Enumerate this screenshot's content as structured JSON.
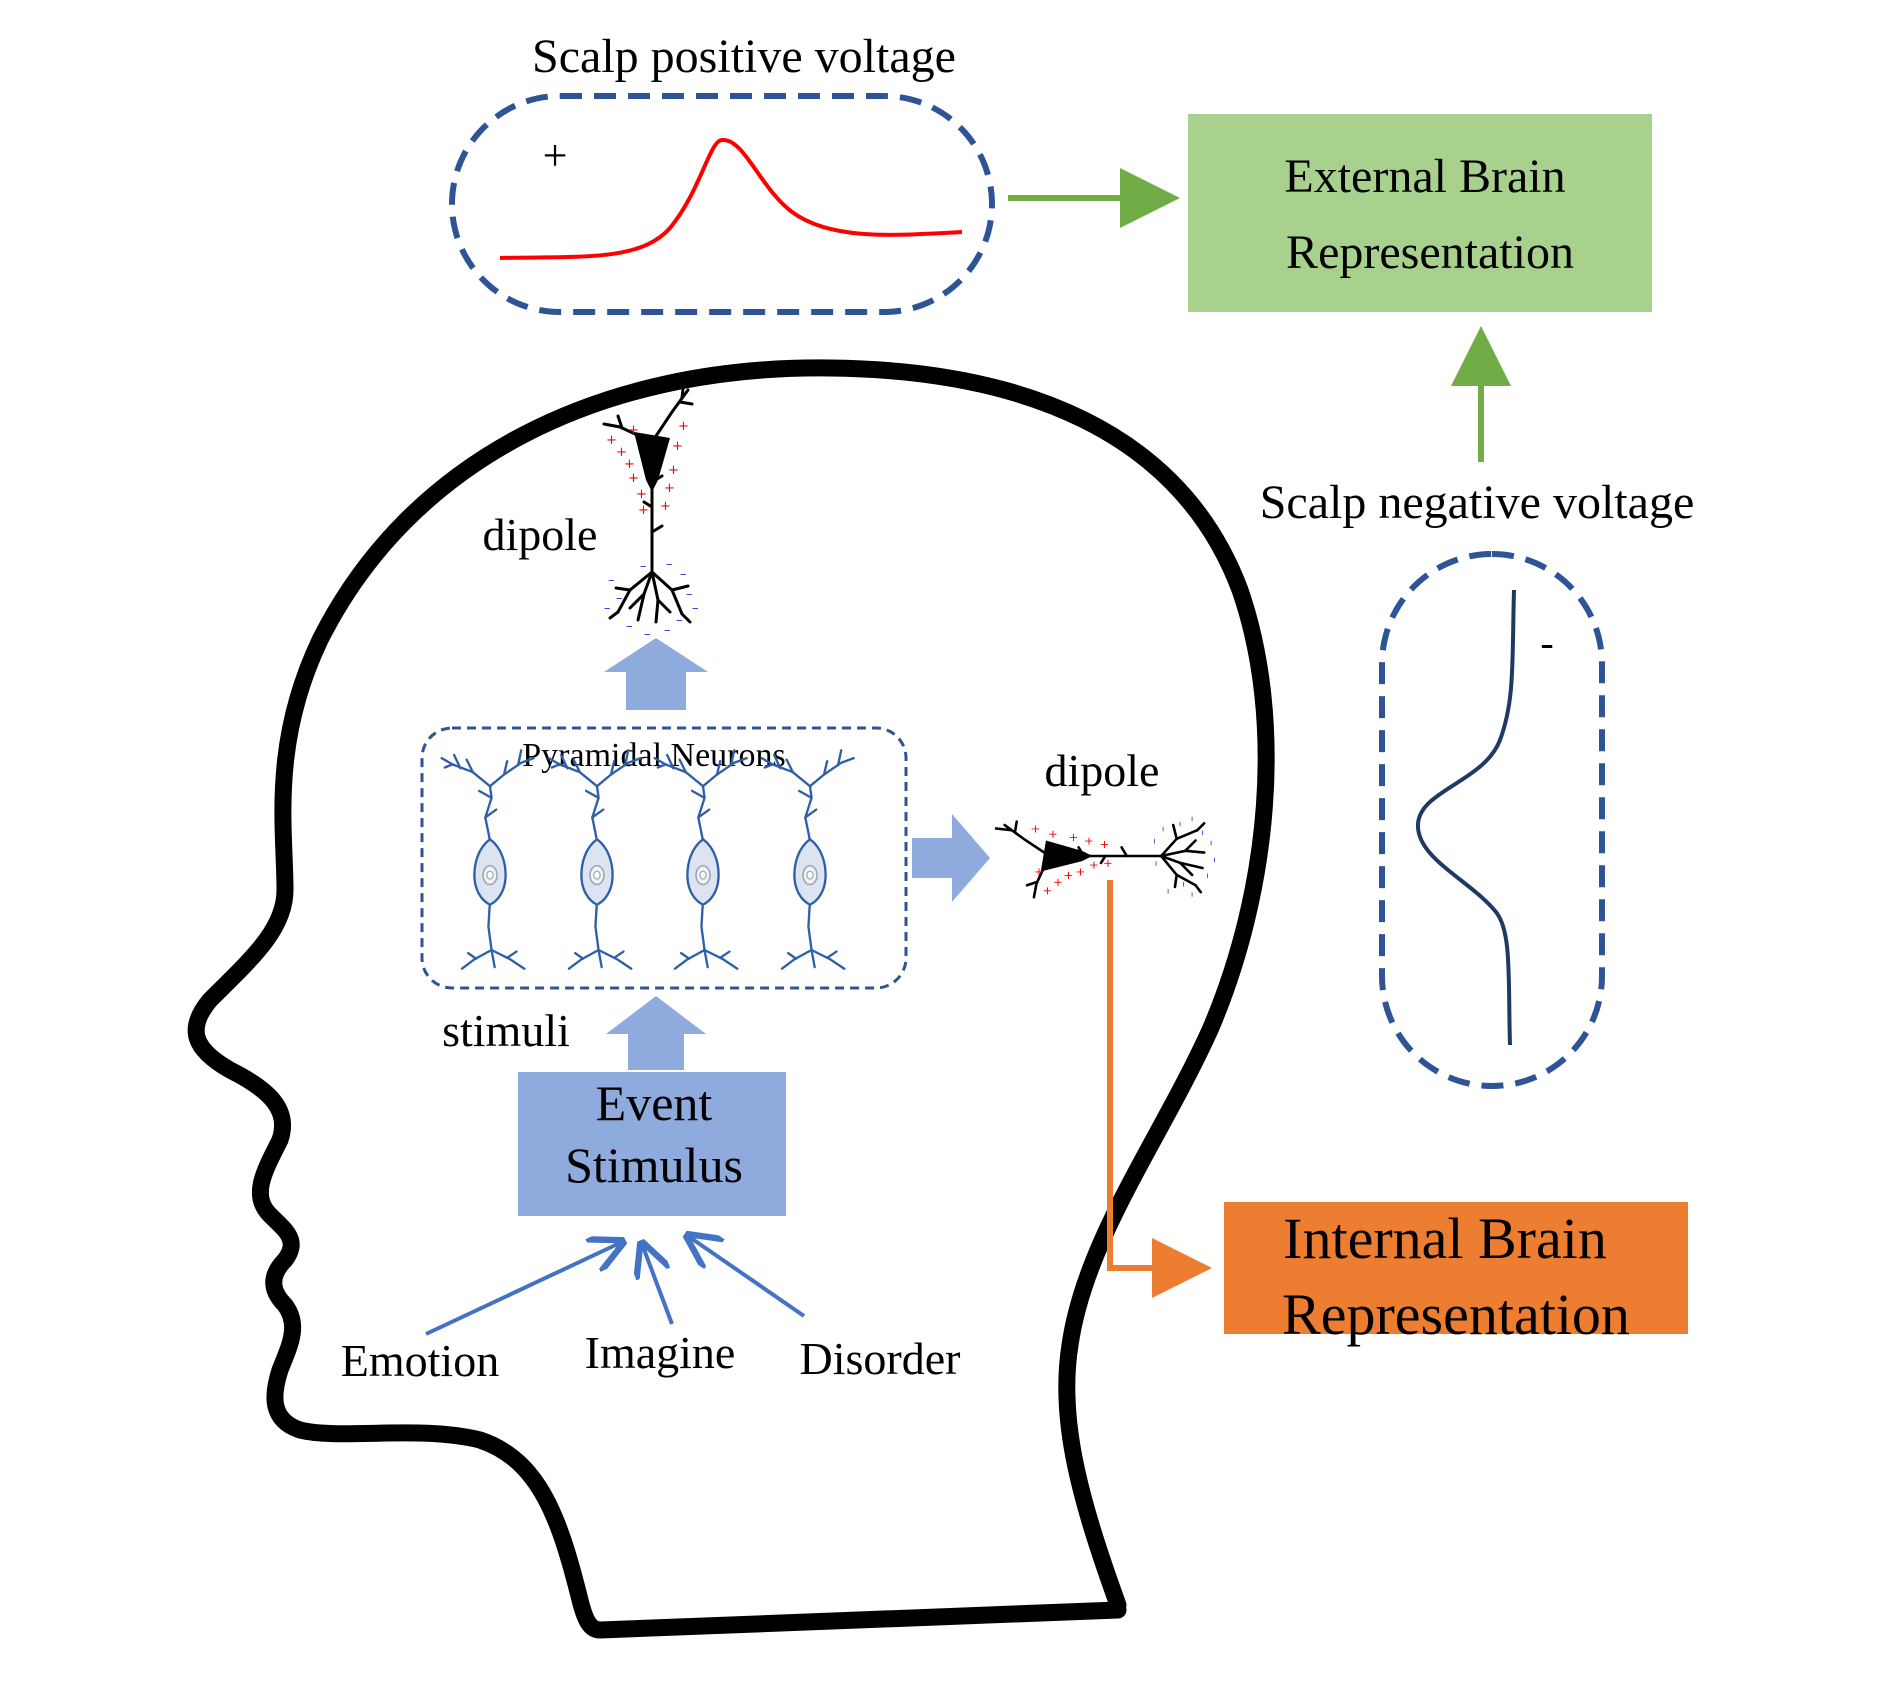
{
  "labels": {
    "scalp_positive": "Scalp positive voltage",
    "scalp_negative": "Scalp negative voltage",
    "external_line1": "External Brain",
    "external_line2": "Representation",
    "internal_line1": "Internal Brain",
    "internal_line2": "Representation",
    "pyramidal_neurons": "Pyramidal Neurons",
    "dipole_top": "dipole",
    "dipole_right": "dipole",
    "stimuli": "stimuli",
    "event_line1": "Event",
    "event_line2": "Stimulus",
    "emotion": "Emotion",
    "imagine": "Imagine",
    "disorder": "Disorder",
    "plus_sign": "+",
    "minus_sign": "-"
  },
  "colors": {
    "dashed_box": "#2f5496",
    "positive_wave": "#ff0000",
    "negative_wave": "#1f3864",
    "external_box": "#a9d18e",
    "internal_box": "#ed7d31",
    "event_box": "#8faadc",
    "block_arrow": "#8faadc",
    "green_arrow": "#70ad47",
    "orange_arrow": "#ed7d31",
    "blue_arrow": "#4472c4",
    "neuron_blue": "#2e5fa8",
    "head_outline": "#000000"
  },
  "icons": {
    "head": "human-head-silhouette",
    "neuron": "pyramidal-neuron-icon",
    "dipole": "dipole-neuron-icon"
  }
}
